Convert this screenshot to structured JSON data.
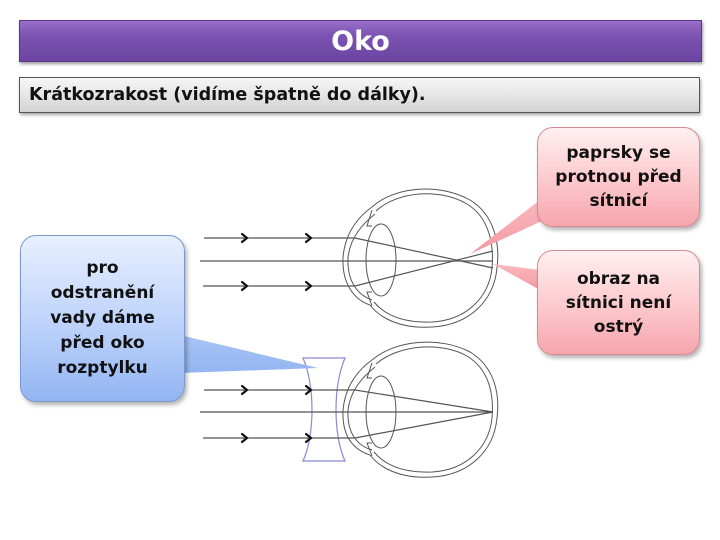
{
  "slide": {
    "title": "Oko",
    "subtitle": "Krátkozrakost (vidíme špatně do dálky)."
  },
  "callouts": {
    "rays_intersect": "paprsky se\nprotnou před\nsítnicí",
    "image_not_sharp": "obraz na\nsítnici není\nostrý",
    "correction": "pro\nodstranění\nvady dáme\npřed oko\nrozptylku"
  },
  "colors": {
    "title_bar": "#7d53b3",
    "subtitle_bg": "#e2e2e2",
    "callout_pink": "#fdc8cc",
    "callout_blue": "#bcd2fb",
    "lens_outline": "#8080d0",
    "line": "#555555"
  },
  "diagram": {
    "top_eye": "myopic eye without correction – rays focus in front of retina",
    "bottom_eye": "myopic eye corrected with diverging (concave) lens – rays focus on retina"
  }
}
